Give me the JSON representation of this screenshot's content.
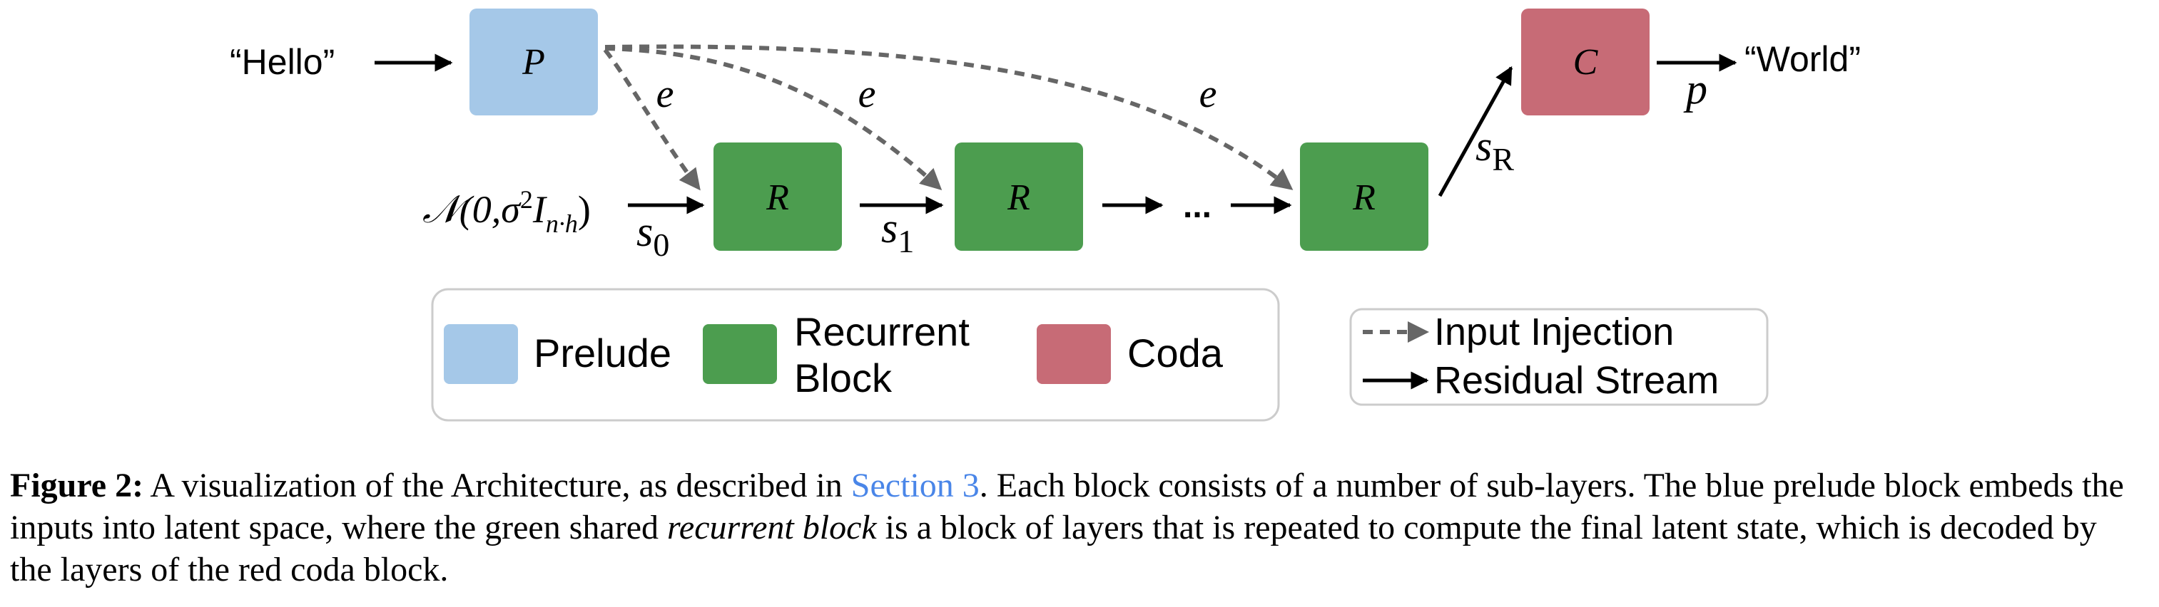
{
  "diagram": {
    "input_text": "“Hello”",
    "output_text": "“World”",
    "prelude_block": {
      "label": "P",
      "color": "#a5c8e8"
    },
    "recurrent_blocks": [
      {
        "label": "R",
        "state_label": "s",
        "state_sub": "0"
      },
      {
        "label": "R",
        "state_label": "s",
        "state_sub": "1"
      },
      {
        "label": "R",
        "state_label": "s",
        "state_sub": "R"
      }
    ],
    "recurrent_color": "#4c9d4f",
    "coda_block": {
      "label": "C",
      "color": "#c76b76"
    },
    "ellipsis": "...",
    "injection_label": "e",
    "output_label": "p",
    "noise": {
      "prefix": "𝒩(0,σ",
      "sup": "2",
      "mid": "I",
      "sub": "n·h",
      "suffix": ")"
    }
  },
  "legend_blocks": {
    "items": [
      {
        "name": "Prelude",
        "color": "#a5c8e8"
      },
      {
        "name_line1": "Recurrent",
        "name_line2": "Block",
        "color": "#4c9d4f"
      },
      {
        "name": "Coda",
        "color": "#c76b76"
      }
    ]
  },
  "legend_arrows": {
    "dashed_label": "Input Injection",
    "solid_label": "Residual Stream",
    "dashed_color": "#666666"
  },
  "caption": {
    "figure_label": "Figure 2:",
    "text_1": " A visualization of the Architecture, as described in ",
    "link": "Section 3",
    "text_2": ". Each block consists of a number of sub-layers. The blue prelude block embeds the inputs into latent space, where the green shared ",
    "emphasis": "recurrent block",
    "text_3": " is a block of layers that is repeated to compute the final latent state, which is decoded by the layers of the red coda block."
  }
}
